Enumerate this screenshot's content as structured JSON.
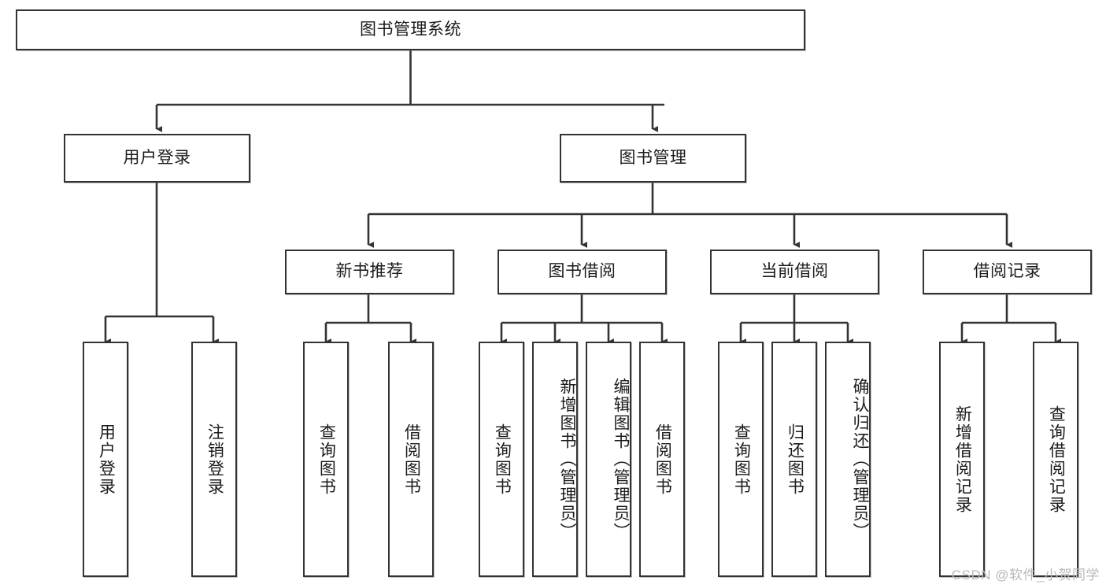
{
  "diagram": {
    "title": "图书管理系统",
    "type": "hierarchy-tree",
    "watermark": "CSDN @软件_小贺同学",
    "colors": {
      "box_border": "#333333",
      "box_fill": "#ffffff",
      "connector": "#333333",
      "text": "#1b1b1b",
      "watermark": "#b9b9b9"
    },
    "levels": {
      "root": {
        "label": "图书管理系统"
      },
      "level2": [
        {
          "label": "用户登录"
        },
        {
          "label": "图书管理"
        }
      ],
      "level3": [
        {
          "label": "新书推荐"
        },
        {
          "label": "图书借阅"
        },
        {
          "label": "当前借阅"
        },
        {
          "label": "借阅记录"
        }
      ],
      "leaves": {
        "user_login": [
          {
            "label": "用户登录"
          },
          {
            "label": "注销登录"
          }
        ],
        "new_book_recommend": [
          {
            "label": "查询图书"
          },
          {
            "label": "借阅图书"
          }
        ],
        "book_borrow": [
          {
            "label": "查询图书"
          },
          {
            "label": "新增图书（管理员）"
          },
          {
            "label": "编辑图书（管理员）"
          },
          {
            "label": "借阅图书"
          }
        ],
        "current_borrow": [
          {
            "label": "查询图书"
          },
          {
            "label": "归还图书"
          },
          {
            "label": "确认归还（管理员）"
          }
        ],
        "borrow_records": [
          {
            "label": "新增借阅记录"
          },
          {
            "label": "查询借阅记录"
          }
        ]
      }
    }
  }
}
